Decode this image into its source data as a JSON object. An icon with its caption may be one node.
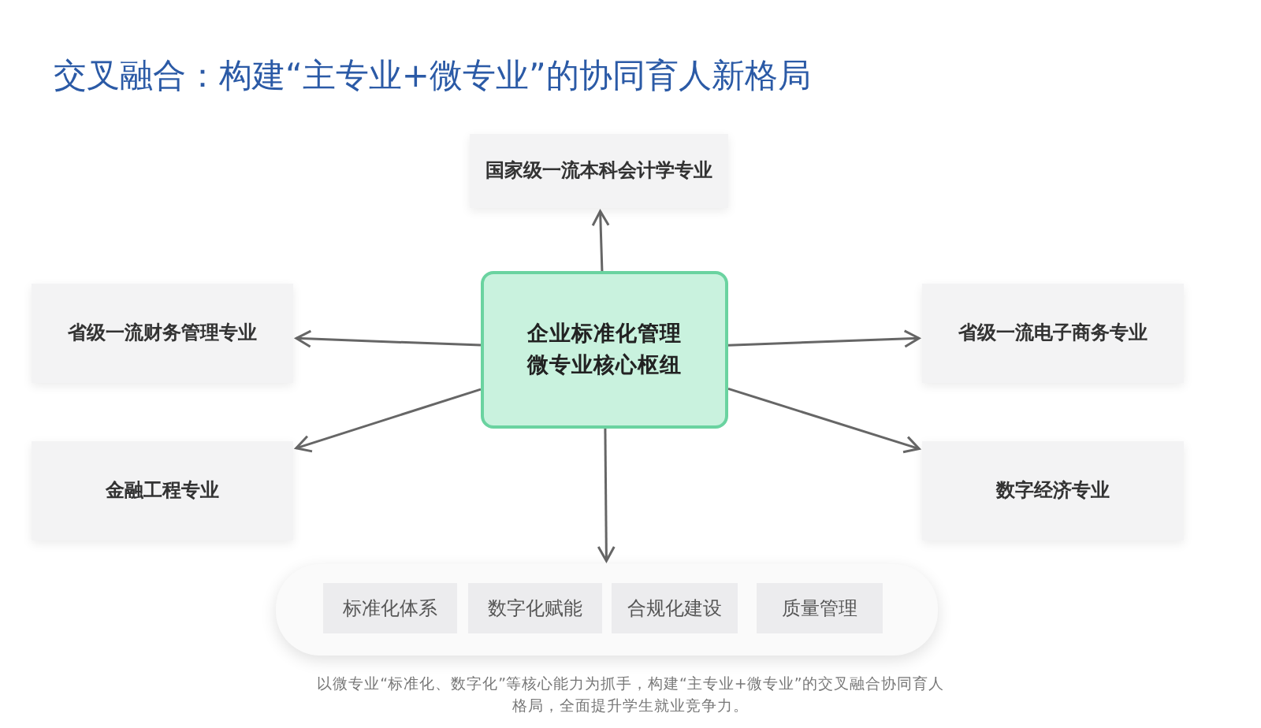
{
  "diagram": {
    "title": "交叉融合：构建“主专业+微专业”的协同育人新格局",
    "caption": "以微专业“标准化、数字化”等核心能力为抓手，构建“主专业+微专业”的交叉融合协同育人格局，全面提升学生就业竞争力。",
    "nodes": [
      {
        "text": [
          "国家级一流本科会计学专业"
        ]
      },
      {
        "text": [
          "省级一流财务管理专业"
        ]
      },
      {
        "text": [
          "企业标准化管理微专业核心枢纽"
        ]
      },
      {
        "text": [
          "省级一流电子商务专业"
        ]
      },
      {
        "text": [
          "金融工程专业"
        ]
      },
      {
        "text": [
          "数字经济专业"
        ]
      },
      {
        "text": [],
        "shape": "box"
      },
      {
        "text": [
          "标准化体系"
        ],
        "in": 6
      },
      {
        "text": [
          "数字化赋能"
        ],
        "in": 6
      },
      {
        "text": [
          "合规化建设"
        ],
        "in": 6
      },
      {
        "text": [
          "质量管理"
        ],
        "in": 6
      }
    ],
    "edges": [
      {
        "from": 2,
        "to": 0,
        "arrow": "to"
      },
      {
        "from": 2,
        "to": 1,
        "arrow": "to"
      },
      {
        "from": 2,
        "to": 3,
        "arrow": "to"
      },
      {
        "from": 2,
        "to": 4,
        "arrow": "to"
      },
      {
        "from": 2,
        "to": 5,
        "arrow": "to"
      },
      {
        "from": 2,
        "to": 6,
        "arrow": "to"
      }
    ]
  }
}
